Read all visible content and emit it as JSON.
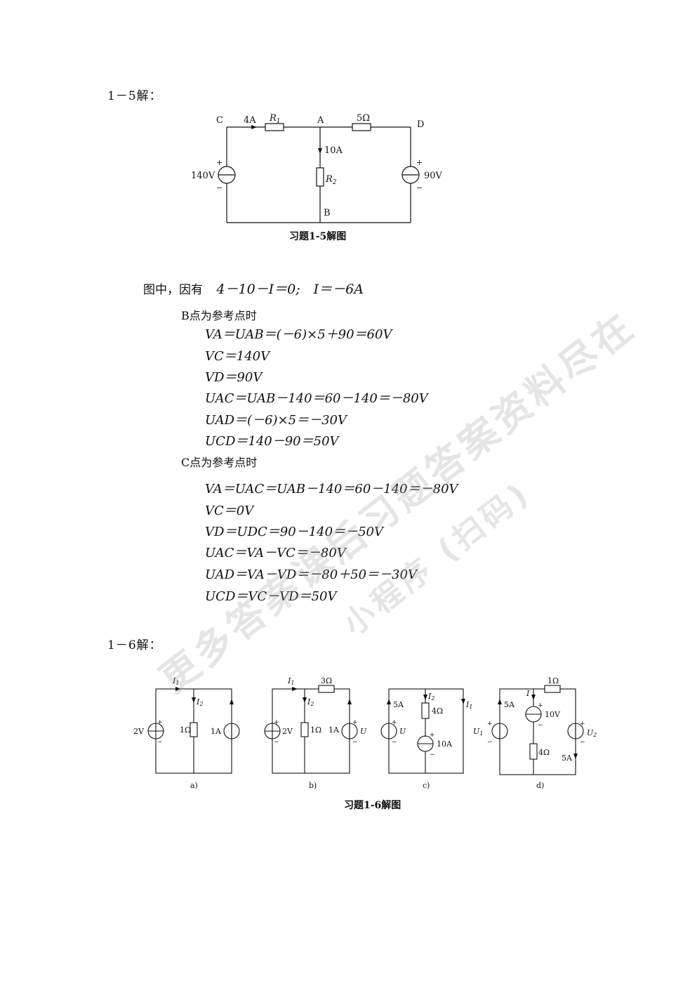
{
  "section1": {
    "heading": "1－5解：",
    "figure": {
      "label_C": "C",
      "label_A": "A",
      "label_D": "D",
      "label_B": "B",
      "label_4A": "4A",
      "label_R1": "R",
      "label_R1_sub": "1",
      "label_5ohm": "5Ω",
      "label_10A": "10A",
      "label_R2": "R",
      "label_R2_sub": "2",
      "label_140V": "140V",
      "label_90V": "90V",
      "plus": "+",
      "minus": "−"
    },
    "caption": "习题1-5解图",
    "intro": "图中，因有",
    "intro_eq": "4－10－I＝0;　I＝－6A",
    "refB": "B点为参考点时",
    "eqB": [
      "VA＝UAB＝(－6)×5＋90＝60V",
      "VC＝140V",
      "VD＝90V",
      "UAC＝UAB－140＝60－140＝－80V",
      "UAD＝(－6)×5＝－30V",
      "UCD＝140－90＝50V"
    ],
    "refC": "C点为参考点时",
    "eqC": [
      "VA＝UAC＝UAB－140＝60－140＝－80V",
      "VC＝0V",
      "VD＝UDC＝90－140＝－50V",
      "UAC＝VA－VC＝－80V",
      "UAD＝VA－VD＝－80＋50＝－30V",
      "UCD＝VC－VD＝50V"
    ]
  },
  "section2": {
    "heading": "1－6解：",
    "caption": "习题1-6解图",
    "fig_a": {
      "I": "I",
      "s1": "1",
      "s2": "2",
      "v2": "2V",
      "r1": "1Ω",
      "a1": "1A",
      "cap": "a)"
    },
    "fig_b": {
      "I": "I",
      "s1": "1",
      "s2": "2",
      "r3": "3Ω",
      "v2": "2V",
      "r1": "1Ω",
      "a1": "1A",
      "U": "U",
      "cap": "b)"
    },
    "fig_c": {
      "I": "I",
      "s1": "1",
      "s2": "2",
      "a5": "5A",
      "r4": "4Ω",
      "U": "U",
      "a10": "10A",
      "cap": "c)"
    },
    "fig_d": {
      "r1": "1Ω",
      "a5top": "5A",
      "I": "I",
      "v10": "10V",
      "U": "U",
      "s1": "1",
      "s2": "2",
      "r4": "4Ω",
      "a5bot": "5A",
      "cap": "d)"
    },
    "plus": "+",
    "minus": "−"
  },
  "watermark": {
    "line1": "更多答案课后习题答案资料尽在",
    "line2": "小程序 (扫码)"
  }
}
